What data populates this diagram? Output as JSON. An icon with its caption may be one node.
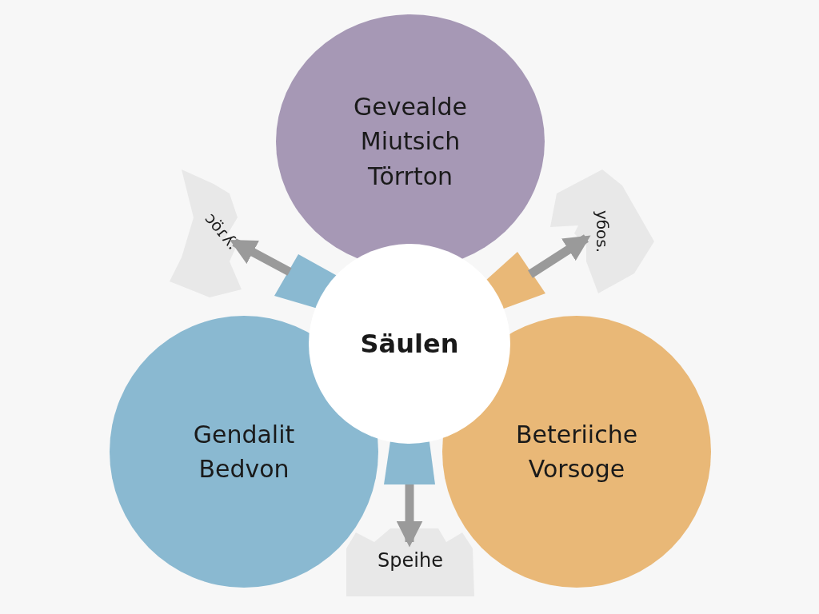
{
  "diagram": {
    "nodes": [
      {
        "text": [
          "Gevealde Miutsich Törrton"
        ]
      },
      {
        "text": [
          "ɔöɾʎ:"
        ]
      },
      {
        "text": [
          "yбos."
        ]
      },
      {
        "text": [],
        "shape": "box"
      },
      {
        "text": [],
        "shape": "box"
      },
      {
        "text": [
          "Säulen"
        ]
      },
      {
        "text": [
          "Gendalit Bedvon"
        ]
      },
      {
        "text": [
          "Beteriiche Vorsoge"
        ]
      },
      {
        "text": [],
        "shape": "box"
      },
      {
        "text": [
          "Speihe"
        ]
      }
    ],
    "edges": [
      {
        "from": 3,
        "to": 1,
        "arrow": "to"
      },
      {
        "from": 4,
        "to": 2,
        "arrow": "to"
      },
      {
        "from": 8,
        "to": 9,
        "arrow": "to"
      }
    ]
  }
}
